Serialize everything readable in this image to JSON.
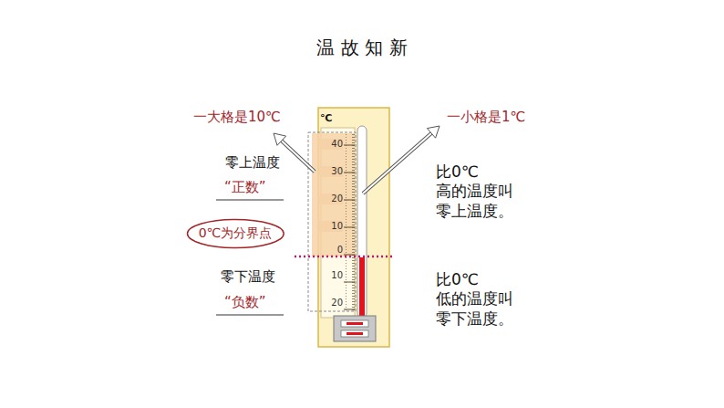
{
  "diagram": {
    "title": "温 故 知 新",
    "nodes": [
      {
        "text": [
          "0℃为分界点"
        ]
      }
    ],
    "labels": [
      "一大格是10℃",
      "一小格是1℃",
      "零上温度",
      "“正数”",
      "零下温度",
      "“负数”",
      "比0℃高的温度叫 零上温度。",
      "比0℃低的温度叫 零下温度。",
      "℃",
      "40",
      "30",
      "20",
      "10",
      "0",
      "10",
      "20"
    ]
  }
}
